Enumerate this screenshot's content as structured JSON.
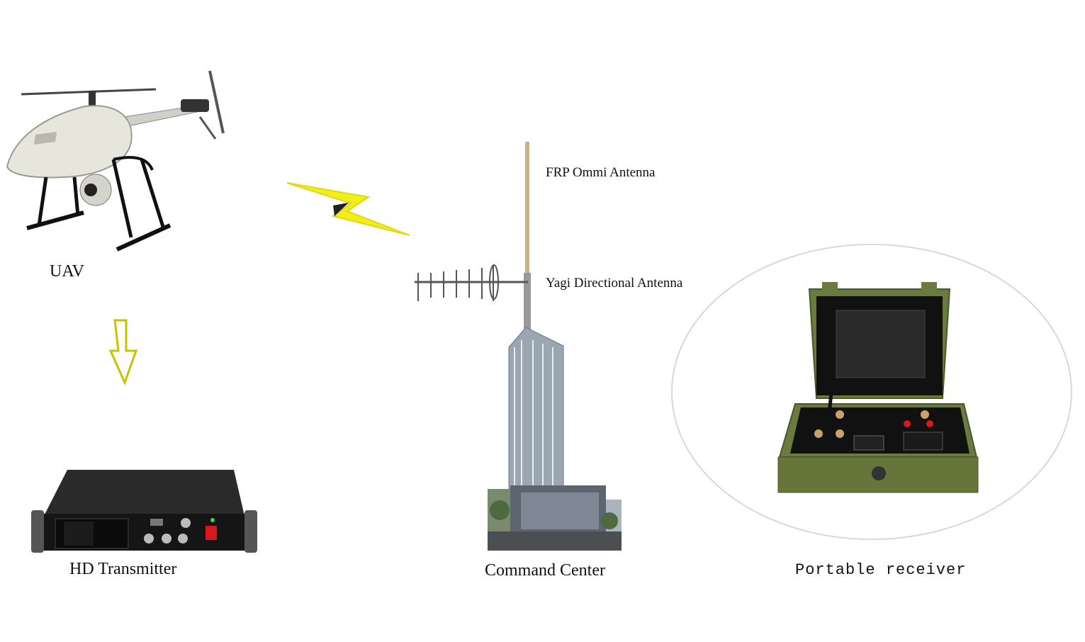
{
  "labels": {
    "uav": "UAV",
    "hd_transmitter": "HD Transmitter",
    "command_center": "Command Center",
    "portable_receiver": "Portable receiver",
    "frp_omni_antenna": "FRP Ommi Antenna",
    "yagi_antenna": "Yagi Directional Antenna"
  },
  "colors": {
    "lightning": "#f2ee1a",
    "arrow_outline": "#c9c200",
    "case_green": "#6b7a3e",
    "panel_black": "#111111",
    "building_glass": "#9aa6b2"
  },
  "icons": {
    "uav": "helicopter-drone-icon",
    "transmitter": "rack-transmitter-icon",
    "tower": "building-antenna-icon",
    "receiver": "rugged-case-receiver-icon"
  }
}
